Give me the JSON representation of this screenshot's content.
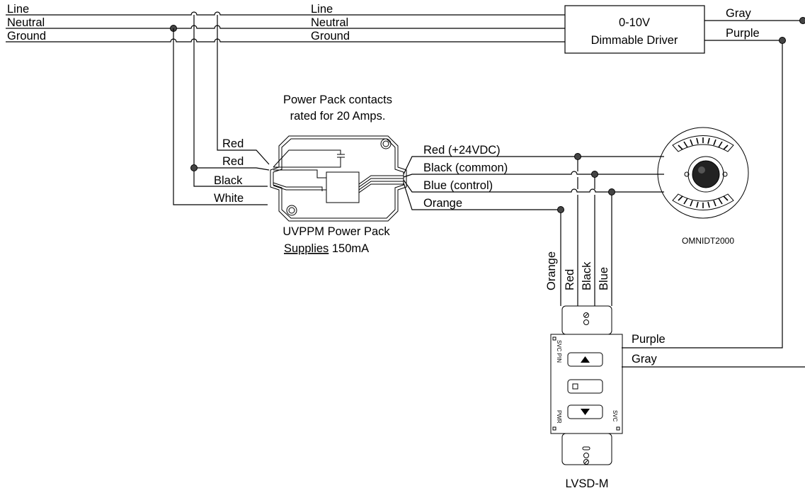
{
  "mains": {
    "line": "Line",
    "neutral": "Neutral",
    "ground": "Ground"
  },
  "driver": {
    "line1": "0-10V",
    "line2": "Dimmable Driver",
    "out_gray": "Gray",
    "out_purple": "Purple"
  },
  "power_pack": {
    "note1": "Power Pack contacts",
    "note2": "rated for 20 Amps.",
    "in_red1": "Red",
    "in_red2": "Red",
    "in_black": "Black",
    "in_white": "White",
    "out_red": "Red (+24VDC)",
    "out_black": "Black (common)",
    "out_blue": "Blue (control)",
    "out_orange": "Orange",
    "name": "UVPPM Power Pack",
    "supplies_word": "Supplies",
    "supplies_value": " 150mA"
  },
  "sensor": {
    "name": "OMNIDT2000"
  },
  "switch": {
    "name": "LVSD-M",
    "wire_orange": "Orange",
    "wire_red": "Red",
    "wire_black": "Black",
    "wire_blue": "Blue",
    "out_purple": "Purple",
    "out_gray": "Gray",
    "svc_pin": "SVC PIN",
    "pwr": "PWR",
    "svc": "SVC"
  }
}
